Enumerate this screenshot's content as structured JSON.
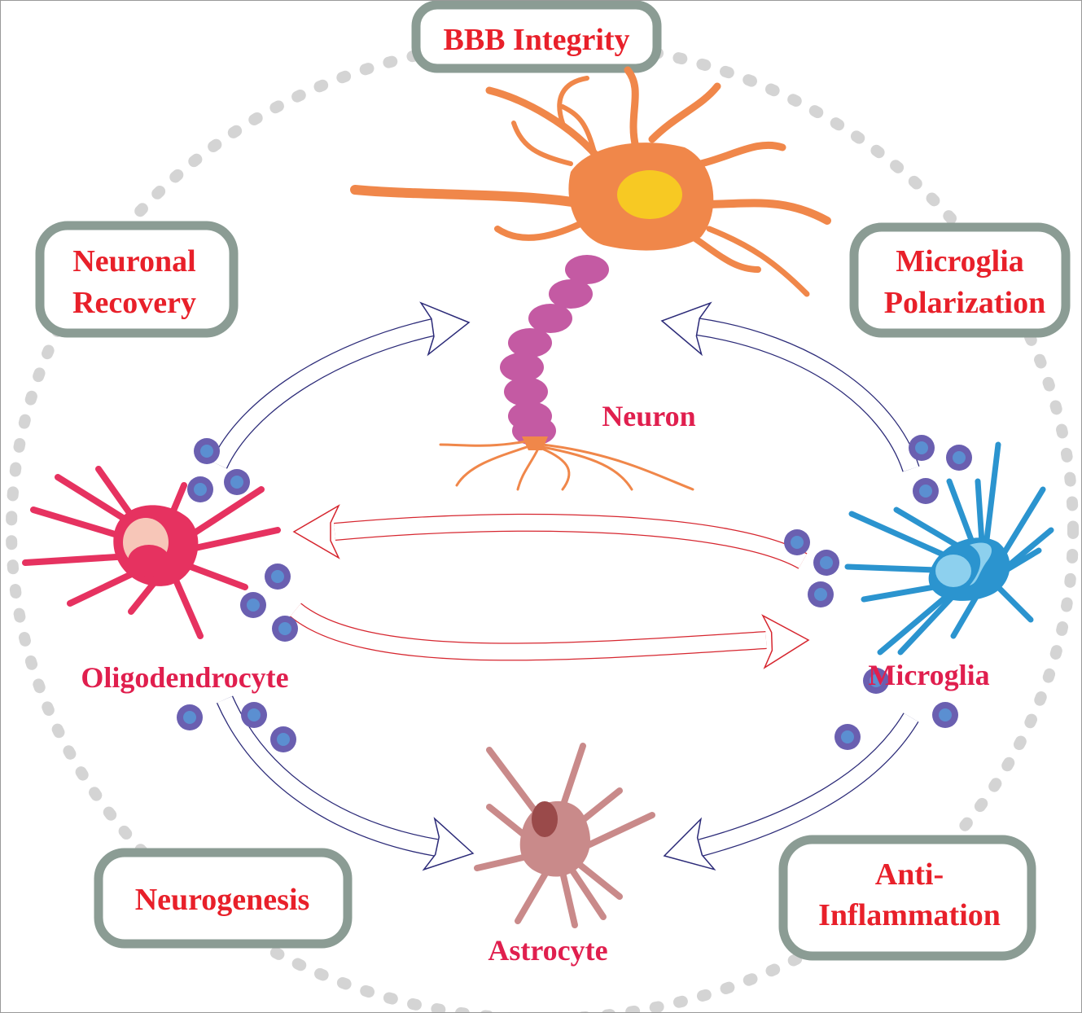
{
  "boxes": {
    "bbb": [
      "BBB Integrity"
    ],
    "neuronal_recovery": [
      "Neuronal",
      "Recovery"
    ],
    "microglia_polarization": [
      "Microglia",
      "Polarization"
    ],
    "neurogenesis": [
      "Neurogenesis"
    ],
    "anti_inflammation": [
      "Anti-",
      "Inflammation"
    ]
  },
  "cells": {
    "neuron": "Neuron",
    "oligodendrocyte": "Oligodendrocyte",
    "microglia": "Microglia",
    "astrocyte": "Astrocyte"
  },
  "colors": {
    "box_border": "#8b9c94",
    "box_text": "#e8202a",
    "cell_label": "#e01f4e",
    "neuron_body": "#f0874a",
    "neuron_nucleus": "#f7c923",
    "axon": "#c45aa3",
    "oligodendrocyte": "#e63260",
    "microglia": "#2b94cf",
    "astrocyte": "#c98a8a",
    "vesicle": "#6a5fb0",
    "arrow_blue": "#2b2a78",
    "arrow_red": "#d6262f"
  }
}
